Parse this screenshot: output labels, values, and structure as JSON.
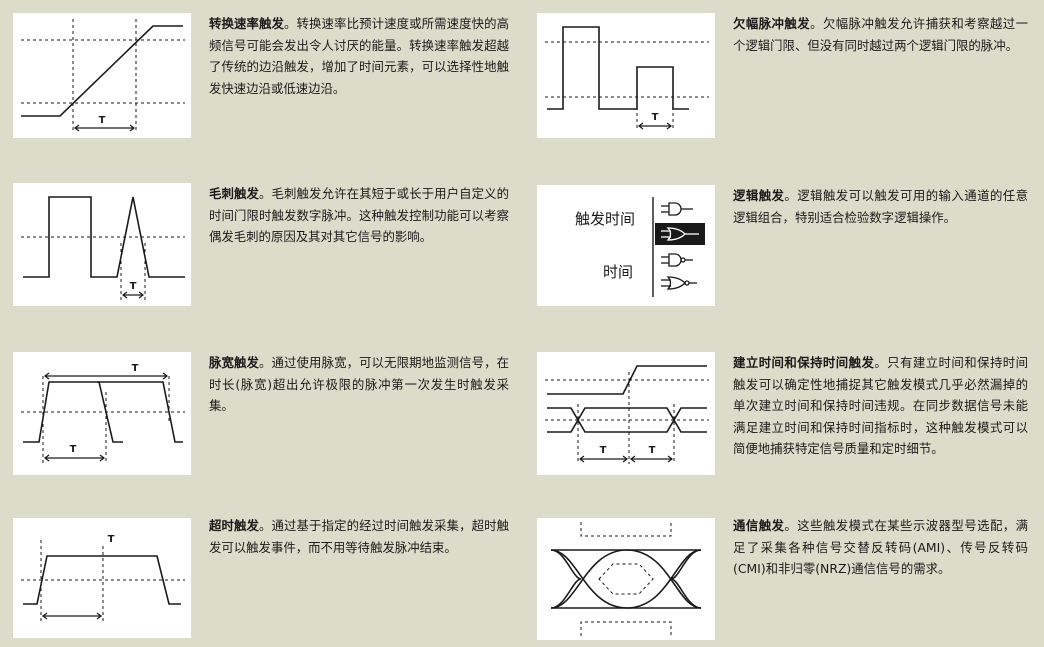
{
  "items": [
    {
      "title": "转换速率触发",
      "sep": "。",
      "body": "转换速率比预计速度或所需速度快的高频信号可能会发出令人讨厌的能量。转换速率触发超越了传统的边沿触发，增加了时间元素，可以选择性地触发快速边沿或低速边沿。",
      "t": "T"
    },
    {
      "title": "欠幅脉冲触发",
      "sep": "。",
      "body": "欠幅脉冲触发允许捕获和考察越过一个逻辑门限、但没有同时越过两个逻辑门限的脉冲。",
      "t": "T"
    },
    {
      "title": "毛刺触发",
      "sep": "。",
      "body": "毛刺触发允许在其短于或长于用户自定义的时间门限时触发数字脉冲。这种触发控制功能可以考察偶发毛刺的原因及其对其它信号的影响。",
      "t": "T"
    },
    {
      "title": "逻辑触发",
      "sep": "。",
      "body": "逻辑触发可以触发可用的输入通道的任意逻辑组合，特别适合检验数字逻辑操作。",
      "labels": [
        "触发时间",
        "时间"
      ]
    },
    {
      "title": "脉宽触发",
      "sep": "。",
      "body": "通过使用脉宽，可以无限期地监测信号，在时长(脉宽)超出允许极限的脉冲第一次发生时触发采集。",
      "t_top": "T",
      "t_bottom": "T"
    },
    {
      "title": "建立时间和保持时间触发",
      "sep": "。",
      "body": "只有建立时间和保持时间触发可以确定性地捕捉其它触发模式几乎必然漏掉的单次建立时间和保持时间违规。在同步数据信号未能满足建立时间和保持时间指标时，这种触发模式可以简便地捕获特定信号质量和定时细节。",
      "t_left": "T",
      "t_right": "T"
    },
    {
      "title": "超时触发",
      "sep": "。",
      "body": "通过基于指定的经过时间触发采集，超时触发可以触发事件，而不用等待触发脉冲结束。",
      "t": "T"
    },
    {
      "title": "通信触发",
      "sep": "。",
      "body": "这些触发模式在某些示波器型号选配，满足了采集各种信号交替反转码(AMI)、传号反转码(CMI)和非归零(NRZ)通信信号的需求。"
    }
  ]
}
